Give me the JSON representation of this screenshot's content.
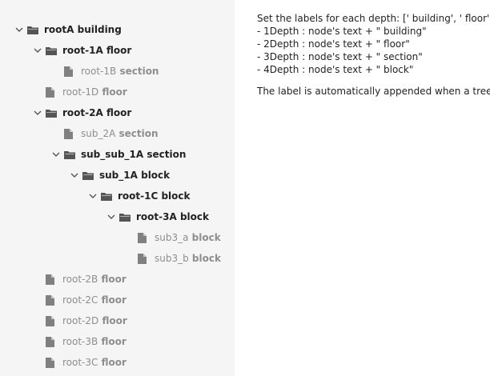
{
  "tree": {
    "nodes": [
      {
        "text": "rootA",
        "label": " building",
        "type": "folder",
        "expanded": true,
        "depth": 0
      },
      {
        "text": "root-1A",
        "label": " floor",
        "type": "folder",
        "expanded": true,
        "depth": 1
      },
      {
        "text": "root-1B",
        "label": " section",
        "type": "file",
        "depth": 2
      },
      {
        "text": "root-1D",
        "label": " floor",
        "type": "file",
        "depth": 1
      },
      {
        "text": "root-2A",
        "label": " floor",
        "type": "folder",
        "expanded": true,
        "depth": 1
      },
      {
        "text": "sub_2A",
        "label": " section",
        "type": "file",
        "depth": 2
      },
      {
        "text": "sub_sub_1A",
        "label": " section",
        "type": "folder",
        "expanded": true,
        "depth": 2
      },
      {
        "text": "sub_1A",
        "label": " block",
        "type": "folder",
        "expanded": true,
        "depth": 3
      },
      {
        "text": "root-1C",
        "label": " block",
        "type": "folder",
        "expanded": true,
        "depth": 4
      },
      {
        "text": "root-3A",
        "label": " block",
        "type": "folder",
        "expanded": true,
        "depth": 5
      },
      {
        "text": "sub3_a",
        "label": " block",
        "type": "file",
        "depth": 6
      },
      {
        "text": "sub3_b",
        "label": " block",
        "type": "file",
        "depth": 6
      },
      {
        "text": "root-2B",
        "label": " floor",
        "type": "file",
        "depth": 1
      },
      {
        "text": "root-2C",
        "label": " floor",
        "type": "file",
        "depth": 1
      },
      {
        "text": "root-2D",
        "label": " floor",
        "type": "file",
        "depth": 1
      },
      {
        "text": "root-3B",
        "label": " floor",
        "type": "file",
        "depth": 1
      },
      {
        "text": "root-3C",
        "label": " floor",
        "type": "file",
        "depth": 1
      }
    ]
  },
  "description": {
    "lines": [
      "Set the labels for each depth: [' building', ' floor', ' section', ' block']",
      "- 1Depth : node's text + \" building\"",
      "- 2Depth : node's text + \" floor\"",
      "- 3Depth : node's text + \" section\"",
      "- 4Depth : node's text + \" block\""
    ],
    "note": "The label is automatically appended when a tree node is rendered."
  },
  "icons": {
    "expander": "chevron-down-icon",
    "folder": "folder-icon",
    "file": "file-icon"
  },
  "colors": {
    "folder_text": "#222222",
    "file_text": "#8e8e8e",
    "panel_background": "#f5f5f5",
    "icon": "#555555"
  }
}
